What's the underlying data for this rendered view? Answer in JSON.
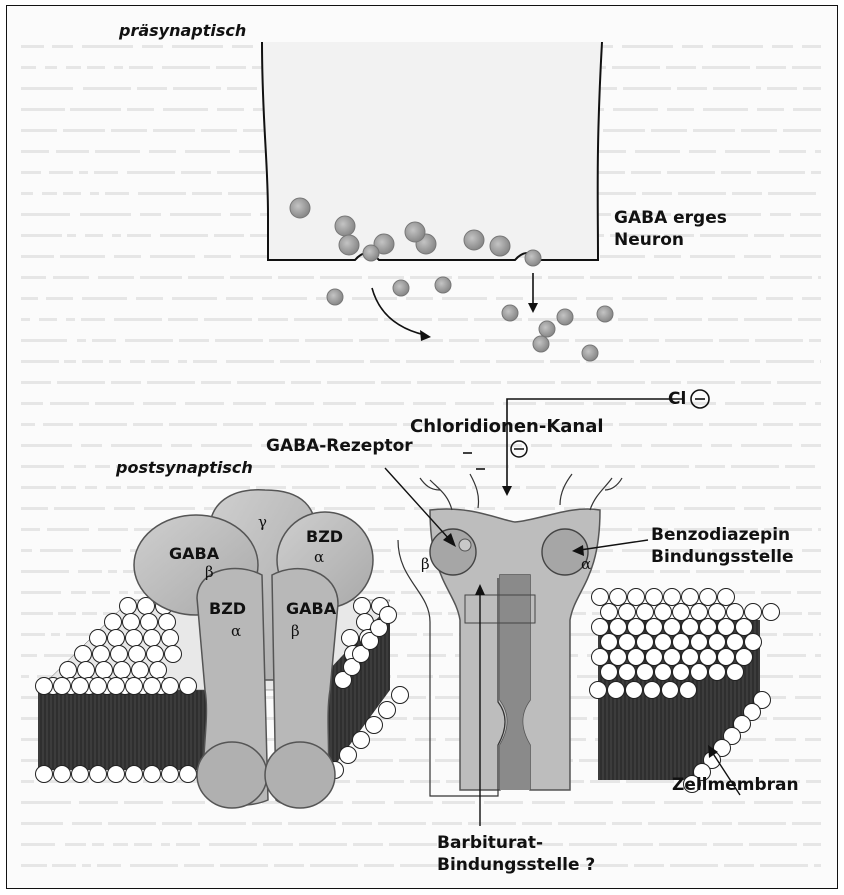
{
  "labels": {
    "presynaptic": "präsynaptisch",
    "postsynaptic": "postsynaptisch",
    "neuron_line1": "GABA erges",
    "neuron_line2": "Neuron",
    "chloride_ion": "Cl",
    "chloride_channel": "Chloridionen-Kanal",
    "gaba_receptor": "GABA-Rezeptor",
    "benzo_line1": "Benzodiazepin",
    "benzo_line2": "Bindungsstelle",
    "cell_membrane": "Zellmembran",
    "barbiturate_line1": "Barbiturat-",
    "barbiturate_line2": "Bindungsstelle ?"
  },
  "subunits": {
    "gaba_left": "GABA",
    "beta_left": "β",
    "gamma": "γ",
    "bzd_top": "BZD",
    "alpha_top": "α",
    "bzd_front": "BZD",
    "alpha_front": "α",
    "gaba_front": "GABA",
    "beta_front": "β",
    "channel_beta": "β",
    "channel_alpha": "α"
  },
  "colors": {
    "frame": "#111111",
    "protein": "#bdbdbd",
    "protein_dark": "#9e9e9e",
    "vesicle": "#9a9a9a",
    "membrane_core": "#3a3a3a",
    "lipid_head": "#ffffff"
  }
}
